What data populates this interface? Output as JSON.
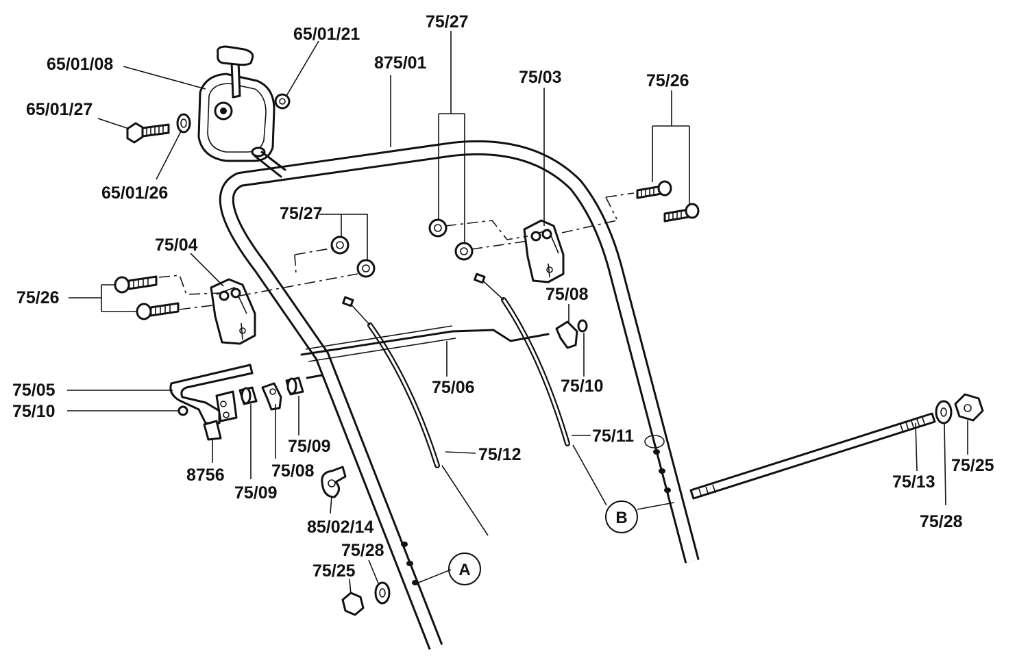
{
  "diagram": {
    "part_labels": [
      {
        "id": "65-01-21",
        "text": "65/01/21"
      },
      {
        "id": "65-01-08",
        "text": "65/01/08"
      },
      {
        "id": "65-01-27",
        "text": "65/01/27"
      },
      {
        "id": "65-01-26",
        "text": "65/01/26"
      },
      {
        "id": "875-01",
        "text": "875/01"
      },
      {
        "id": "75-27-top",
        "text": "75/27"
      },
      {
        "id": "75-03",
        "text": "75/03"
      },
      {
        "id": "75-26-right",
        "text": "75/26"
      },
      {
        "id": "75-27-mid",
        "text": "75/27"
      },
      {
        "id": "75-04",
        "text": "75/04"
      },
      {
        "id": "75-26-left",
        "text": "75/26"
      },
      {
        "id": "75-08-right",
        "text": "75/08"
      },
      {
        "id": "75-10-right",
        "text": "75/10"
      },
      {
        "id": "75-06",
        "text": "75/06"
      },
      {
        "id": "75-05",
        "text": "75/05"
      },
      {
        "id": "75-10-left",
        "text": "75/10"
      },
      {
        "id": "75-09-right",
        "text": "75/09"
      },
      {
        "id": "75-08-left",
        "text": "75/08"
      },
      {
        "id": "75-09-left",
        "text": "75/09"
      },
      {
        "id": "8756",
        "text": "8756"
      },
      {
        "id": "75-12",
        "text": "75/12"
      },
      {
        "id": "75-11",
        "text": "75/11"
      },
      {
        "id": "85-02-14",
        "text": "85/02/14"
      },
      {
        "id": "75-28-left",
        "text": "75/28"
      },
      {
        "id": "75-25-left",
        "text": "75/25"
      },
      {
        "id": "75-13",
        "text": "75/13"
      },
      {
        "id": "75-25-right",
        "text": "75/25"
      },
      {
        "id": "75-28-right",
        "text": "75/28"
      }
    ],
    "callouts": [
      {
        "id": "A",
        "text": "A"
      },
      {
        "id": "B",
        "text": "B"
      }
    ]
  }
}
